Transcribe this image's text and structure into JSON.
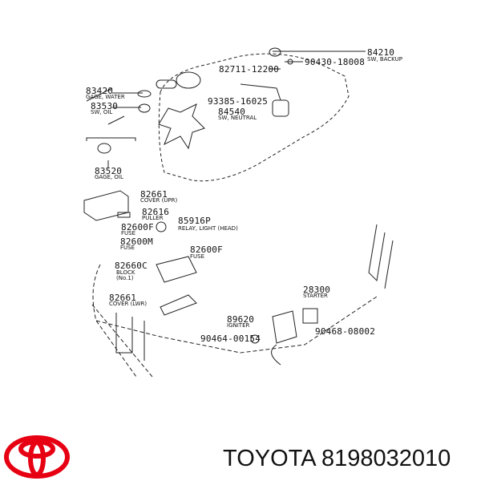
{
  "parts": [
    {
      "number": "84210",
      "description": "SW, BACKUP"
    },
    {
      "number": "90430-18008",
      "description": ""
    },
    {
      "number": "82711-12200",
      "description": ""
    },
    {
      "number": "83420",
      "description": "GAGE, WATER"
    },
    {
      "number": "83530",
      "description": "SW, OIL"
    },
    {
      "number": "93385-16025",
      "description": ""
    },
    {
      "number": "84540",
      "description": "SW, NEUTRAL"
    },
    {
      "number": "83520",
      "description": "GAGE, OIL"
    },
    {
      "number": "82661",
      "description": "COVER (UPR)"
    },
    {
      "number": "82616",
      "description": "PULLER"
    },
    {
      "number": "85916P",
      "description": "RELAY, LIGHT (HEAD)"
    },
    {
      "number": "82600F",
      "description": "FUSE"
    },
    {
      "number": "82600M",
      "description": "FUSE"
    },
    {
      "number": "82600F",
      "description": "FUSE"
    },
    {
      "number": "82660C",
      "description": "BLOCK (No.1)"
    },
    {
      "number": "82661",
      "description": "COVER (LWR)"
    },
    {
      "number": "28300",
      "description": "STARTER"
    },
    {
      "number": "89620",
      "description": "IGNITER"
    },
    {
      "number": "90464-00154",
      "description": ""
    },
    {
      "number": "90468-08002",
      "description": ""
    }
  ],
  "footer": {
    "brand": "TOYOTA",
    "part_number": "8198032010",
    "text": "TOYOTA 8198032010"
  },
  "colors": {
    "logo": "#e60012",
    "line": "#111111"
  }
}
